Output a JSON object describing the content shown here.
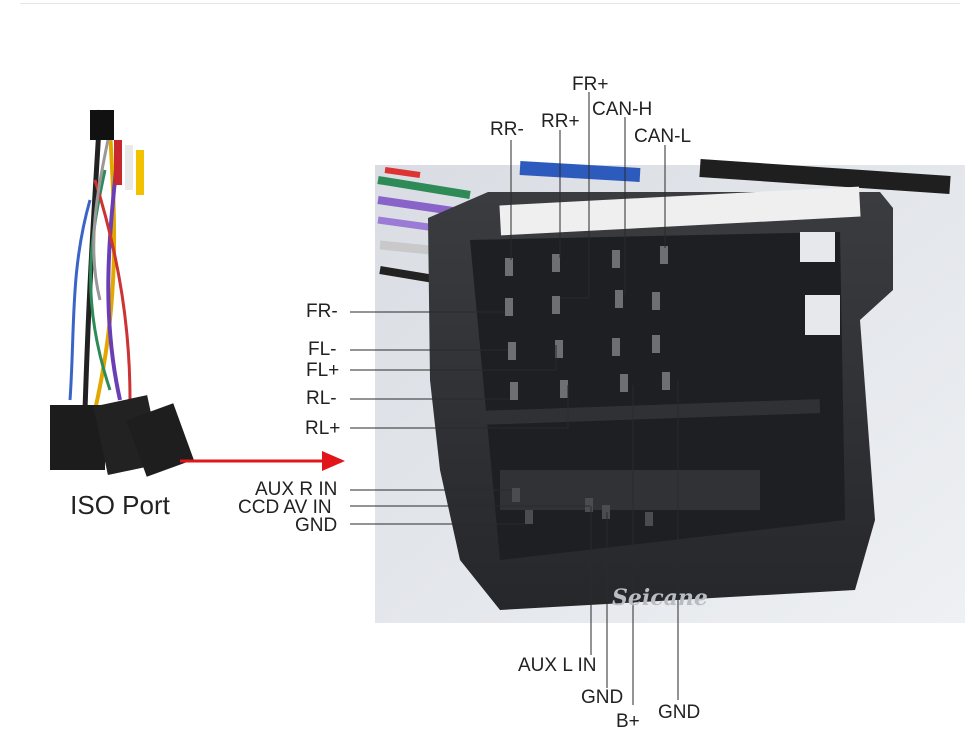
{
  "title": "ISO Port",
  "watermark": "Seicane",
  "labels": {
    "fr_plus": "FR+",
    "rr_minus": "RR-",
    "rr_plus": "RR+",
    "can_h": "CAN-H",
    "can_l": "CAN-L",
    "fr_minus": "FR-",
    "fl_minus": "FL-",
    "fl_plus": "FL+",
    "rl_minus": "RL-",
    "rl_plus": "RL+",
    "aux_r_in": "AUX R IN",
    "ccd_av_in": "CCD AV IN",
    "gnd_left": "GND",
    "aux_l_in": "AUX L IN",
    "gnd_bottom_1": "GND",
    "b_plus": "B+",
    "gnd_bottom_2": "GND"
  },
  "colors": {
    "arrow": "#e0161b",
    "connector": "#2b2d31"
  }
}
